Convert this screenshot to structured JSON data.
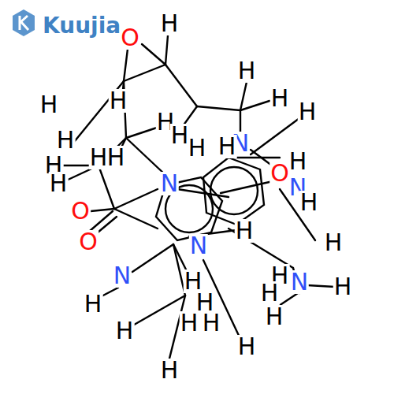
{
  "diagram": {
    "labels": [
      "Kuujia",
      "O",
      "H",
      "H",
      "H",
      "H",
      "H",
      "H",
      "H",
      "H",
      "H",
      "H",
      "H",
      "N",
      "H",
      "H",
      "H",
      "H",
      "N",
      "O",
      "H",
      "N",
      "H",
      "O",
      "O",
      "N",
      "H",
      "H",
      "N",
      "H",
      "H",
      "N",
      "H",
      "H",
      "H",
      "H",
      "H",
      "H",
      "H",
      "H",
      "H",
      "H"
    ]
  }
}
